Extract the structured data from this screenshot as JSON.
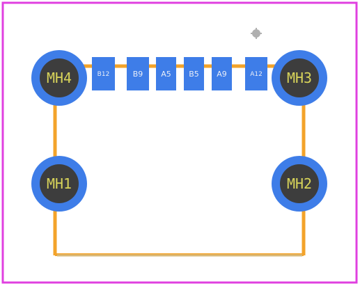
{
  "footprint": {
    "colors": {
      "board_outline": "#e040e0",
      "silkscreen": "#f3a32a",
      "copper_pad": "#3e7de8",
      "drill_hole": "#3d3d3d",
      "hole_label": "#d8d45a",
      "pad_label": "#e9eef8",
      "bottom_edge": "#d8b878",
      "origin_marker": "#b0b0b0"
    },
    "mounting_holes": [
      {
        "label": "MH4"
      },
      {
        "label": "MH3"
      },
      {
        "label": "MH1"
      },
      {
        "label": "MH2"
      }
    ],
    "pads": [
      {
        "label": "B12"
      },
      {
        "label": "B9"
      },
      {
        "label": "A5"
      },
      {
        "label": "B5"
      },
      {
        "label": "A9"
      },
      {
        "label": "A12"
      }
    ]
  }
}
